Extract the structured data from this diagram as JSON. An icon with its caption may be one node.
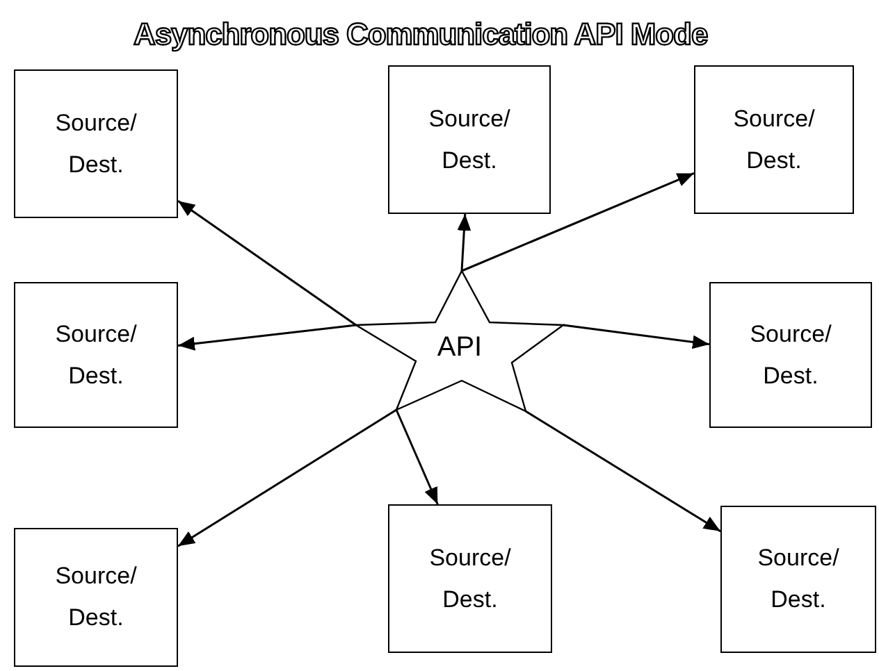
{
  "diagram": {
    "title": "Asynchronous Communication API Mode",
    "nodes": [
      {
        "text": [
          "Source/ Dest."
        ]
      },
      {
        "text": [
          "Source/ Dest."
        ]
      },
      {
        "text": [
          "Source/ Dest."
        ]
      },
      {
        "text": [
          "Source/ Dest."
        ]
      },
      {
        "text": [
          "API"
        ]
      },
      {
        "text": [
          "Source/ Dest."
        ]
      },
      {
        "text": [
          "Source/ Dest."
        ]
      },
      {
        "text": [
          "Source/ Dest."
        ]
      },
      {
        "text": [
          "Source/ Dest."
        ]
      }
    ],
    "edges": [
      {
        "from": 4,
        "to": 0,
        "arrow": "to"
      },
      {
        "from": 4,
        "to": 1,
        "arrow": "to"
      },
      {
        "from": 4,
        "to": 2,
        "arrow": "to"
      },
      {
        "from": 4,
        "to": 3,
        "arrow": "to"
      },
      {
        "from": 4,
        "to": 5,
        "arrow": "to"
      },
      {
        "from": 4,
        "to": 6,
        "arrow": "to"
      },
      {
        "from": 4,
        "to": 7,
        "arrow": "to"
      },
      {
        "from": 4,
        "to": 8,
        "arrow": "to"
      }
    ]
  }
}
